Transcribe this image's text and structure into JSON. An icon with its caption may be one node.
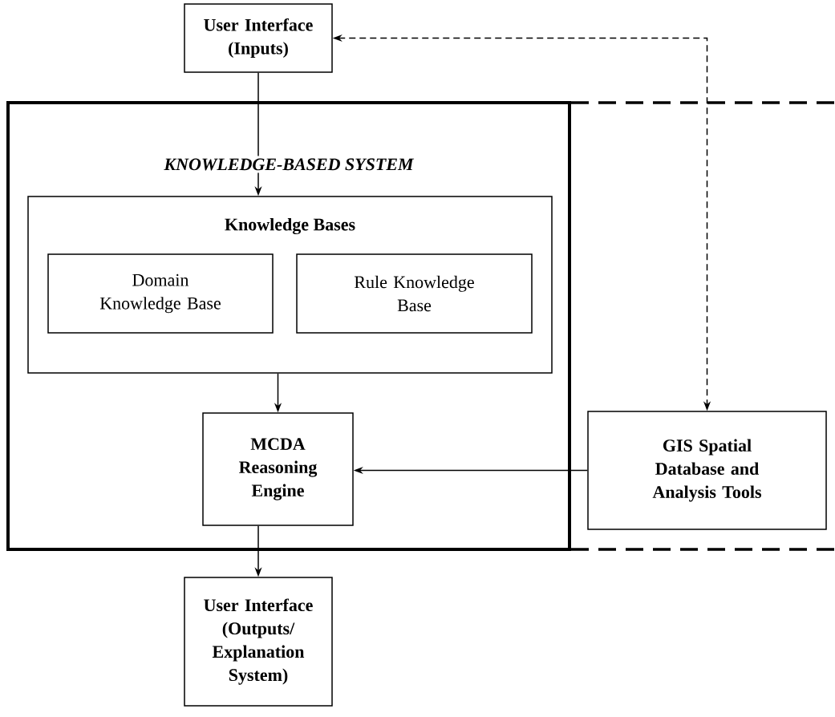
{
  "diagram": {
    "nodes": [
      {
        "text": [
          "User Interface (Inputs)"
        ]
      },
      {
        "text": [
          "KNOWLEDGE-BASED SYSTEM"
        ]
      },
      {
        "text": [
          "Knowledge Bases"
        ],
        "in": 1
      },
      {
        "text": [
          "Domain Knowledge Base"
        ],
        "in": 2
      },
      {
        "text": [
          "Rule Knowledge Base"
        ],
        "in": 2
      },
      {
        "text": [
          "MCDA Reasoning Engine"
        ],
        "in": 1
      },
      {
        "text": [
          "GIS Spatial Database and Analysis Tools"
        ]
      },
      {
        "text": [
          "User Interface (Outputs/ Explanation System)"
        ]
      }
    ],
    "edges": [
      {
        "from": 0,
        "to": 2,
        "arrow": "to"
      },
      {
        "from": 2,
        "to": 5,
        "arrow": "to"
      },
      {
        "from": 6,
        "to": 5,
        "arrow": "to"
      },
      {
        "from": 5,
        "to": 7,
        "arrow": "to"
      },
      {
        "from": 0,
        "to": 6,
        "arrow": "both",
        "style": "dashed"
      }
    ]
  }
}
